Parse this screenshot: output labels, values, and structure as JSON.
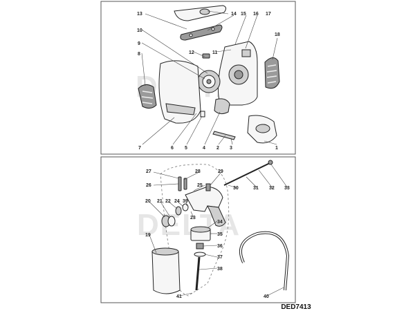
{
  "diagram": {
    "code": "DED7413",
    "watermark": "DELTA",
    "top_panel": {
      "callouts": [
        "13",
        "14",
        "15",
        "16",
        "17",
        "18",
        "10",
        "9",
        "12",
        "11",
        "8",
        "7",
        "6",
        "5",
        "4",
        "2",
        "3",
        "1"
      ]
    },
    "bottom_panel": {
      "callouts": [
        "27",
        "28",
        "29",
        "26",
        "25",
        "30",
        "31",
        "32",
        "33",
        "20",
        "21",
        "22",
        "24",
        "39",
        "23",
        "34",
        "35",
        "19",
        "36",
        "37",
        "38",
        "41",
        "40"
      ]
    }
  }
}
